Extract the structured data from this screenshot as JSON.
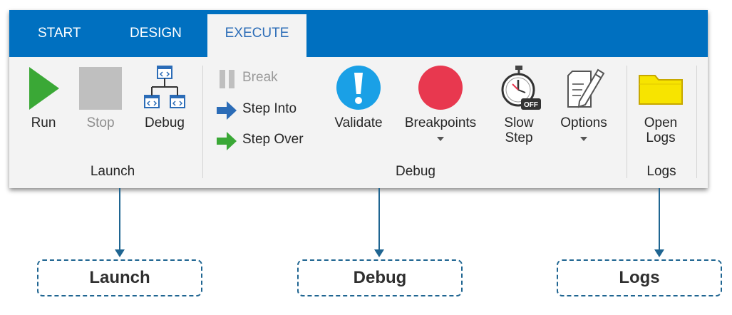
{
  "tabs": [
    {
      "label": "START",
      "active": false
    },
    {
      "label": "DESIGN",
      "active": false
    },
    {
      "label": "EXECUTE",
      "active": true
    }
  ],
  "launch": {
    "run_label": "Run",
    "stop_label": "Stop",
    "debug_label": "Debug",
    "group_label": "Launch"
  },
  "debug": {
    "break_label": "Break",
    "step_into_label": "Step Into",
    "step_over_label": "Step Over",
    "validate_label": "Validate",
    "breakpoints_label": "Breakpoints",
    "slow_step_label_1": "Slow",
    "slow_step_label_2": "Step",
    "slow_step_badge": "OFF",
    "options_label": "Options",
    "group_label": "Debug"
  },
  "logs": {
    "open_logs_label_1": "Open",
    "open_logs_label_2": "Logs",
    "group_label": "Logs"
  },
  "callouts": {
    "launch": "Launch",
    "debug": "Debug",
    "logs": "Logs"
  },
  "colors": {
    "tabbar": "#0070c0",
    "ribbon_bg": "#f3f3f3",
    "run_icon": "#3aa836",
    "validate_icon": "#1aa0e6",
    "breakpoints_icon": "#e8384f",
    "step_into_arrow": "#2b6cb7",
    "step_over_arrow": "#3aa836",
    "folder_icon": "#f7e400",
    "callout_border": "#1f6591"
  },
  "icons": {
    "run": "play-icon",
    "stop": "stop-icon",
    "debug": "hierarchy-icon",
    "break": "pause-icon",
    "step_into": "arrow-right-icon",
    "step_over": "arrow-right-icon",
    "validate": "exclamation-icon",
    "breakpoints": "red-circle-icon",
    "slow_step": "stopwatch-icon",
    "options": "pencil-document-icon",
    "open_logs": "folder-icon"
  }
}
